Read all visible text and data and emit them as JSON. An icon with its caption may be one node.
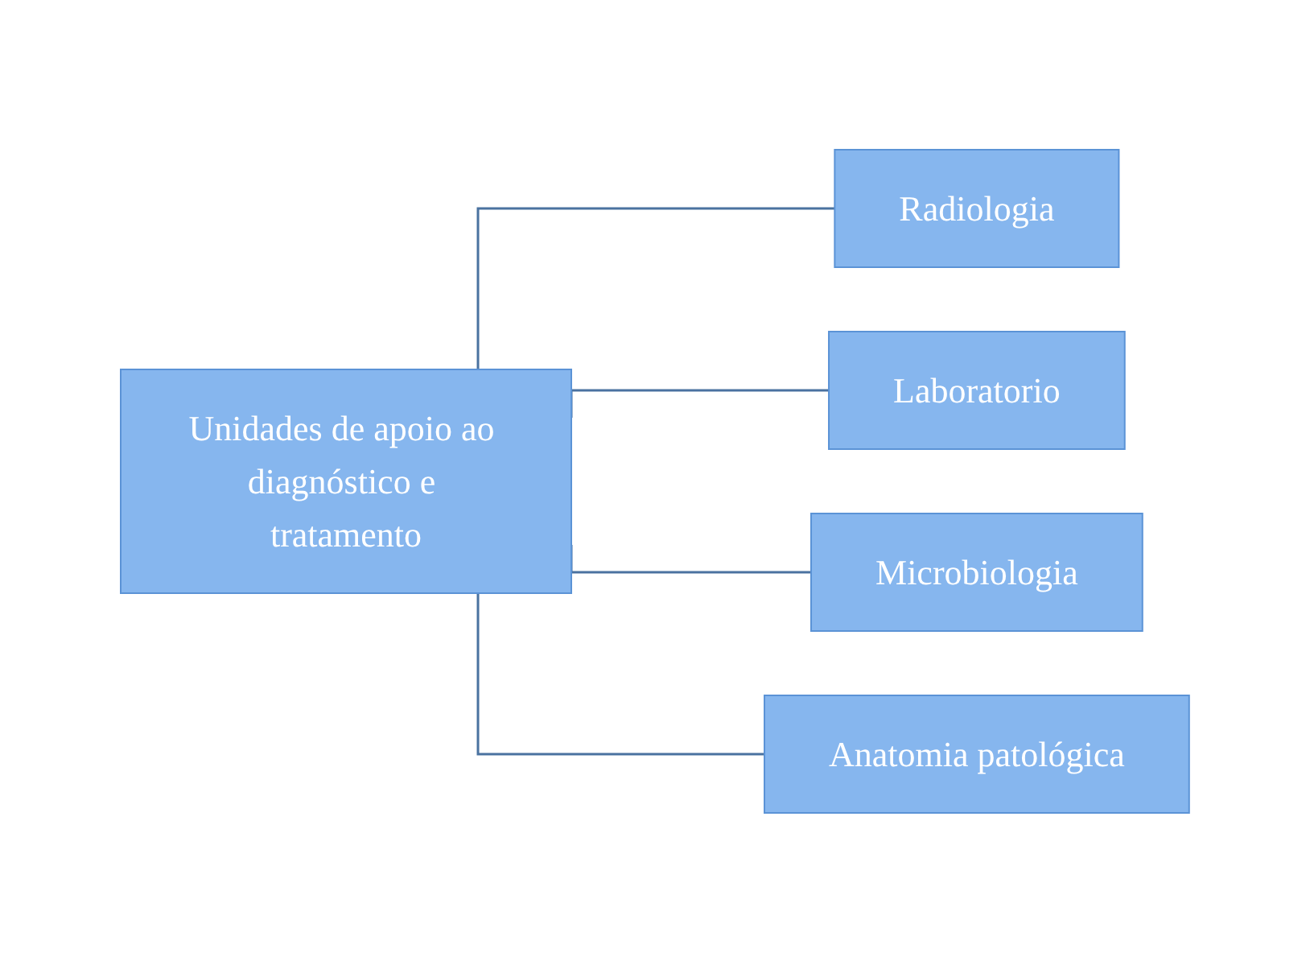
{
  "diagram": {
    "nodes": [
      {
        "text": [
          "Unidades de apoio ao diagnóstico e tratamento"
        ]
      },
      {
        "text": [
          "Radiologia"
        ]
      },
      {
        "text": [
          "Laboratorio"
        ]
      },
      {
        "text": [
          "Microbiologia"
        ]
      },
      {
        "text": [
          "Anatomia patológica"
        ]
      }
    ],
    "edges": [
      {
        "from": 0,
        "to": 1,
        "arrow": "none"
      },
      {
        "from": 0,
        "to": 2,
        "arrow": "none"
      },
      {
        "from": 0,
        "to": 3,
        "arrow": "none"
      },
      {
        "from": 0,
        "to": 4,
        "arrow": "none"
      }
    ]
  }
}
